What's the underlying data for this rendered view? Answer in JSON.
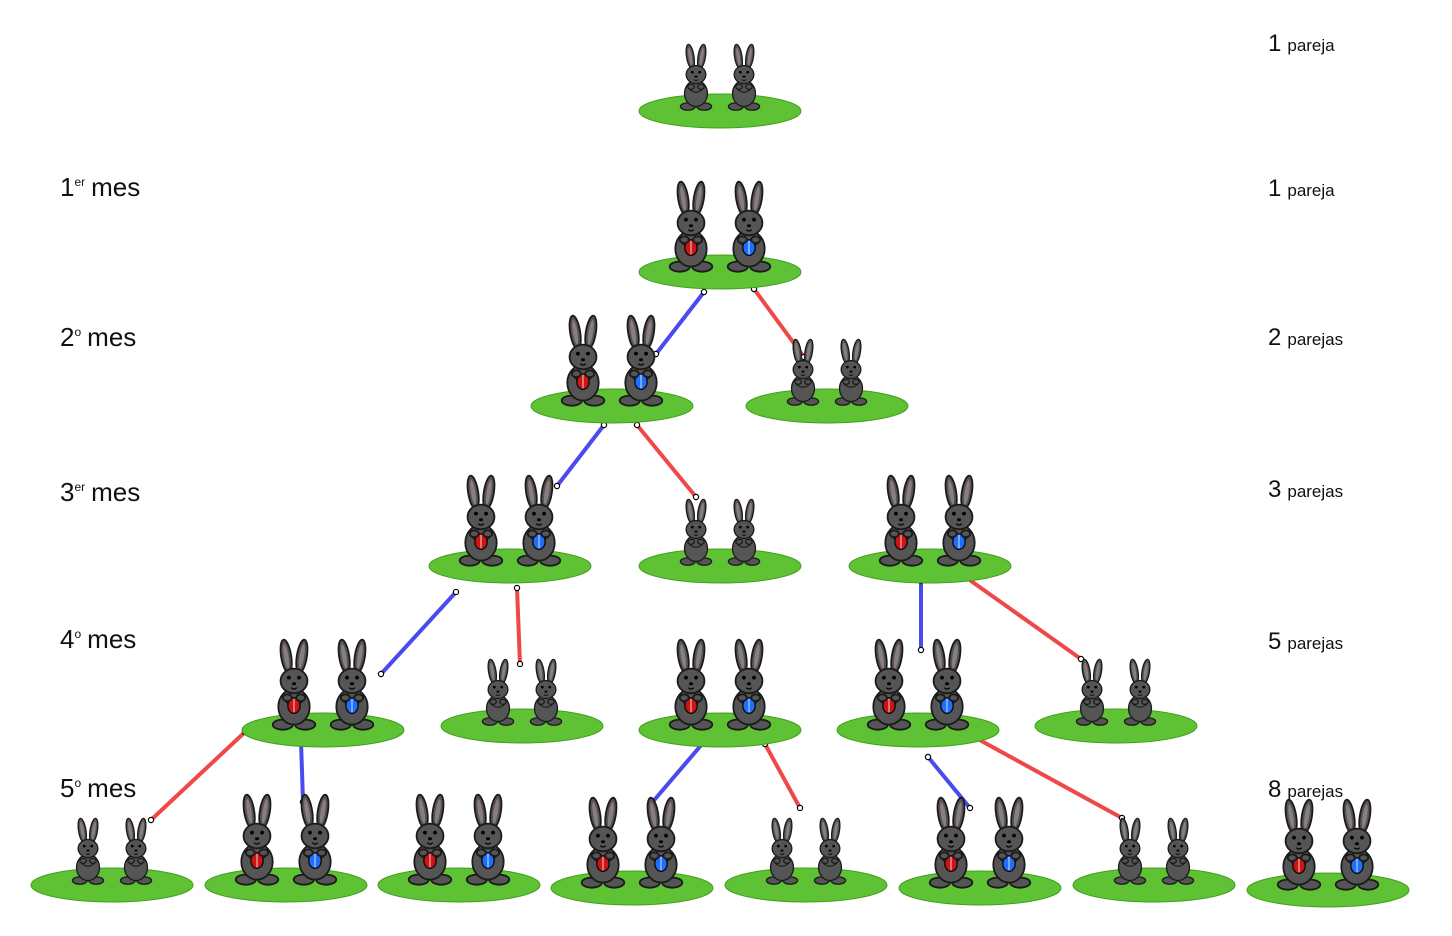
{
  "rows": [
    {
      "month_num": "",
      "month_sup": "",
      "month_word": "",
      "count": "1",
      "unit": "pareja"
    },
    {
      "month_num": "1",
      "month_sup": "er",
      "month_word": "mes",
      "count": "1",
      "unit": "pareja"
    },
    {
      "month_num": "2",
      "month_sup": "o",
      "month_word": "mes",
      "count": "2",
      "unit": "parejas"
    },
    {
      "month_num": "3",
      "month_sup": "er",
      "month_word": "mes",
      "count": "3",
      "unit": "parejas"
    },
    {
      "month_num": "4",
      "month_sup": "o",
      "month_word": "mes",
      "count": "5",
      "unit": "parejas"
    },
    {
      "month_num": "5",
      "month_sup": "o",
      "month_word": "mes",
      "count": "8",
      "unit": "parejas"
    }
  ],
  "colors": {
    "grass": "#5ec234",
    "grass_edge": "#3fa11c",
    "rabbit_body": "#555555",
    "rabbit_outline": "#1a1a1a",
    "ear_inner": "#8a7d7d",
    "belly": "#6e6e6e",
    "heart_female": "#cc1414",
    "heart_male": "#1f6fff",
    "line_offspring": "#ee4848",
    "line_continue": "#4a4aee"
  },
  "node_types": {
    "young": "pareja joven (sin marcas)",
    "adult": "pareja adulta (corazón rojo y azul)"
  }
}
